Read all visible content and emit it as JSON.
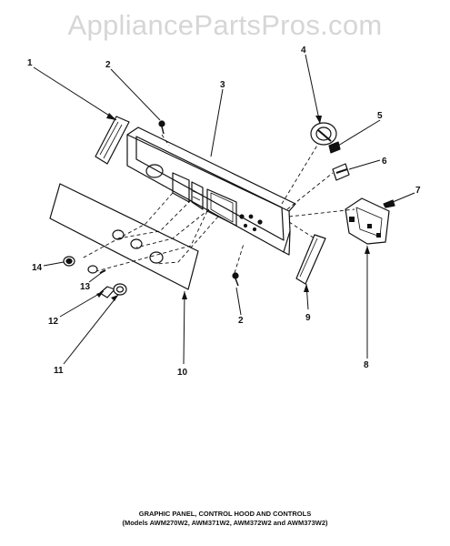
{
  "watermark": "AppliancePartsPros.com",
  "callouts": {
    "c1": "1",
    "c2a": "2",
    "c2b": "2",
    "c3": "3",
    "c4": "4",
    "c5": "5",
    "c6": "6",
    "c7": "7",
    "c8": "8",
    "c9": "9",
    "c10": "10",
    "c11": "11",
    "c12": "12",
    "c13": "13",
    "c14": "14"
  },
  "caption": {
    "title": "GRAPHIC PANEL, CONTROL HOOD AND CONTROLS",
    "models": "(Models AWM270W2, AWM371W2, AWM372W2 and AWM373W2)"
  }
}
